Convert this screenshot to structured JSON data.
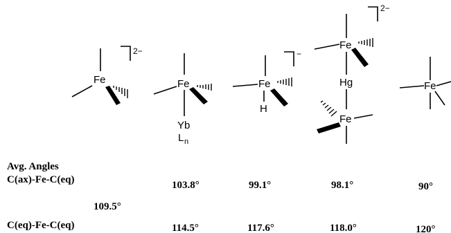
{
  "structures": [
    {
      "center": "Fe",
      "charge": "2−"
    },
    {
      "center": "Fe",
      "lower": "Yb",
      "lower_group": "L",
      "lower_group_sub": "n"
    },
    {
      "center": "Fe",
      "lower": "H",
      "charge": "−"
    },
    {
      "center": "Fe",
      "bridge": "Hg",
      "second": "Fe",
      "charge": "2−"
    },
    {
      "center": "Fe"
    }
  ],
  "table": {
    "heading": "Avg. Angles",
    "rows": [
      {
        "label": "C(ax)-Fe-C(eq)",
        "values": [
          "103.8°",
          "99.1°",
          "98.1°",
          "90°"
        ]
      },
      {
        "label": "C(eq)-Fe-C(eq)",
        "values": [
          "114.5°",
          "117.6°",
          "118.0°",
          "120°"
        ]
      }
    ],
    "reference": "109.5°"
  }
}
